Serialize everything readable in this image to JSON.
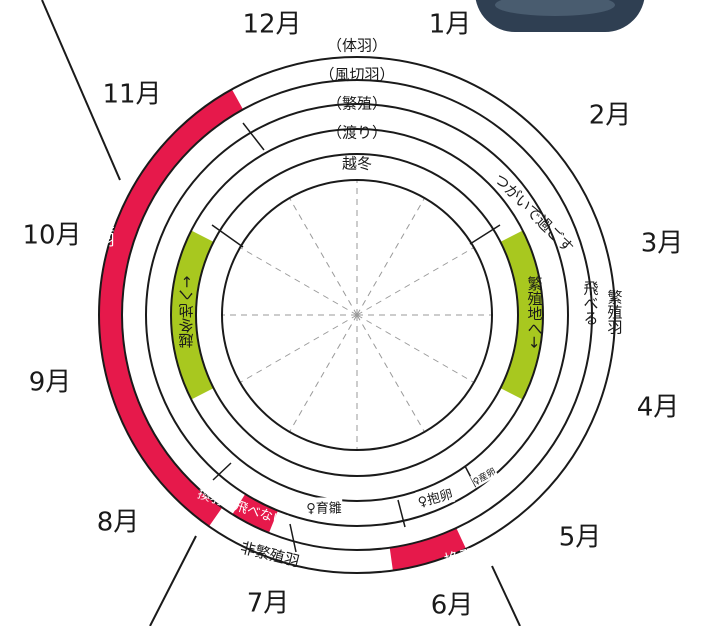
{
  "months": [
    {
      "id": "m12",
      "label": "12月"
    },
    {
      "id": "m1",
      "label": "1月"
    },
    {
      "id": "m2",
      "label": "2月"
    },
    {
      "id": "m3",
      "label": "3月"
    },
    {
      "id": "m4",
      "label": "4月"
    },
    {
      "id": "m5",
      "label": "5月"
    },
    {
      "id": "m6",
      "label": "6月"
    },
    {
      "id": "m7",
      "label": "7月"
    },
    {
      "id": "m8",
      "label": "8月"
    },
    {
      "id": "m9",
      "label": "9月"
    },
    {
      "id": "m10",
      "label": "10月"
    },
    {
      "id": "m11",
      "label": "11月"
    }
  ],
  "rings": {
    "body": "（体羽）",
    "wing": "（風切羽）",
    "breeding": "（繁殖）",
    "migration": "（渡り）",
    "winter": "越冬"
  },
  "annotations": {
    "pairs": "つがいで過ごす",
    "to_breeding": "繁殖地へ→",
    "to_wintering": "越冬地へ→",
    "breeding_plumage": "繁殖羽",
    "can_fly": "飛べる",
    "molt_body_autumn": "換羽",
    "molt_body_summer": "換羽",
    "molt_flightless": "換羽（飛べない）",
    "nonbreeding_plumage": "非繁殖羽",
    "chick_rearing": "♀育雛",
    "incubation": "♀抱卵",
    "egg_laying": "♀産卵"
  },
  "colors": {
    "molt": "#e6194b",
    "migration": "#a8c81f",
    "ring_line": "#1a1a1a",
    "dashed": "#9a9a9a"
  }
}
